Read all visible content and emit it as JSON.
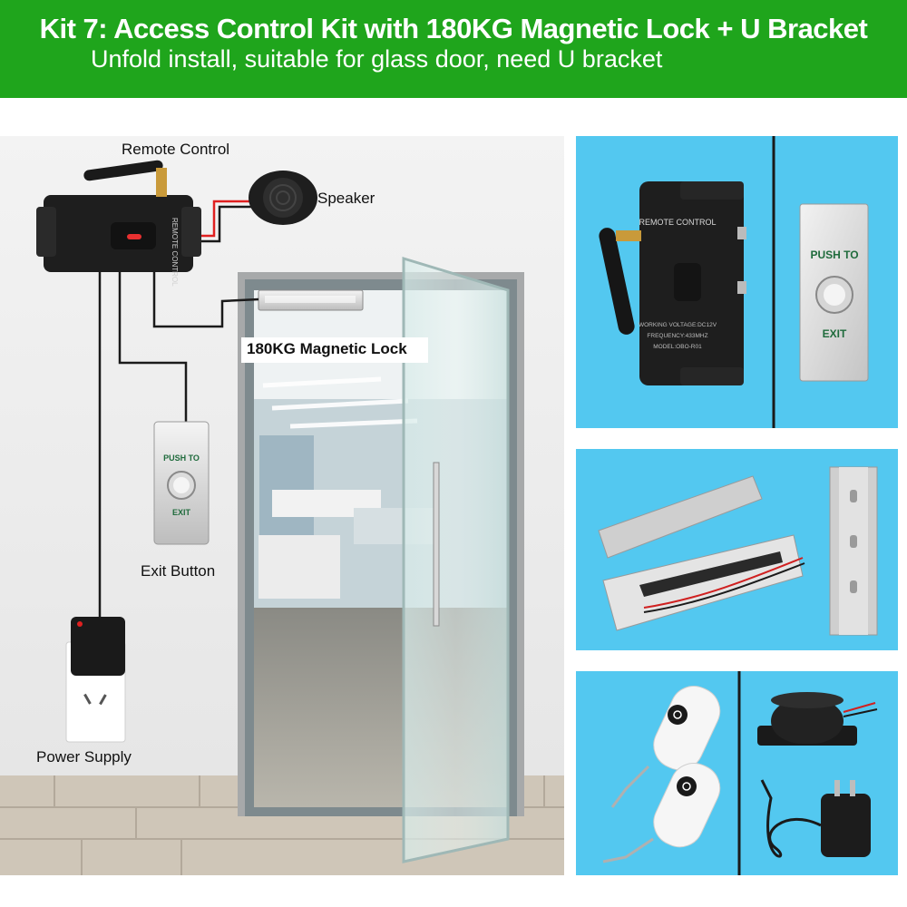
{
  "banner": {
    "title": "Kit 7: Access Control Kit with 180KG Magnetic Lock + U Bracket",
    "subtitle": "Unfold install, suitable for glass door, need U bracket",
    "color": "#1fa51c"
  },
  "diagram": {
    "remote_control_label": "Remote Control",
    "speaker_label": "Speaker",
    "magnetic_lock_label": "180KG Magnetic Lock",
    "exit_button_label": "Exit Button",
    "power_supply_label": "Power Supply",
    "controller_text": "REMOTE CONTROL",
    "button_push_text": "PUSH TO",
    "button_exit_text": "EXIT"
  },
  "products": {
    "panel_color": "#53c8f0",
    "controller_title": "REMOTE CONTROL",
    "controller_spec_1": "WORKING VOLTAGE:DC12V",
    "controller_spec_2": "FREQUENCY:433MHZ",
    "controller_spec_3": "MODEL:OBO-R01",
    "button_push_text": "PUSH TO",
    "button_exit_text": "EXIT"
  }
}
